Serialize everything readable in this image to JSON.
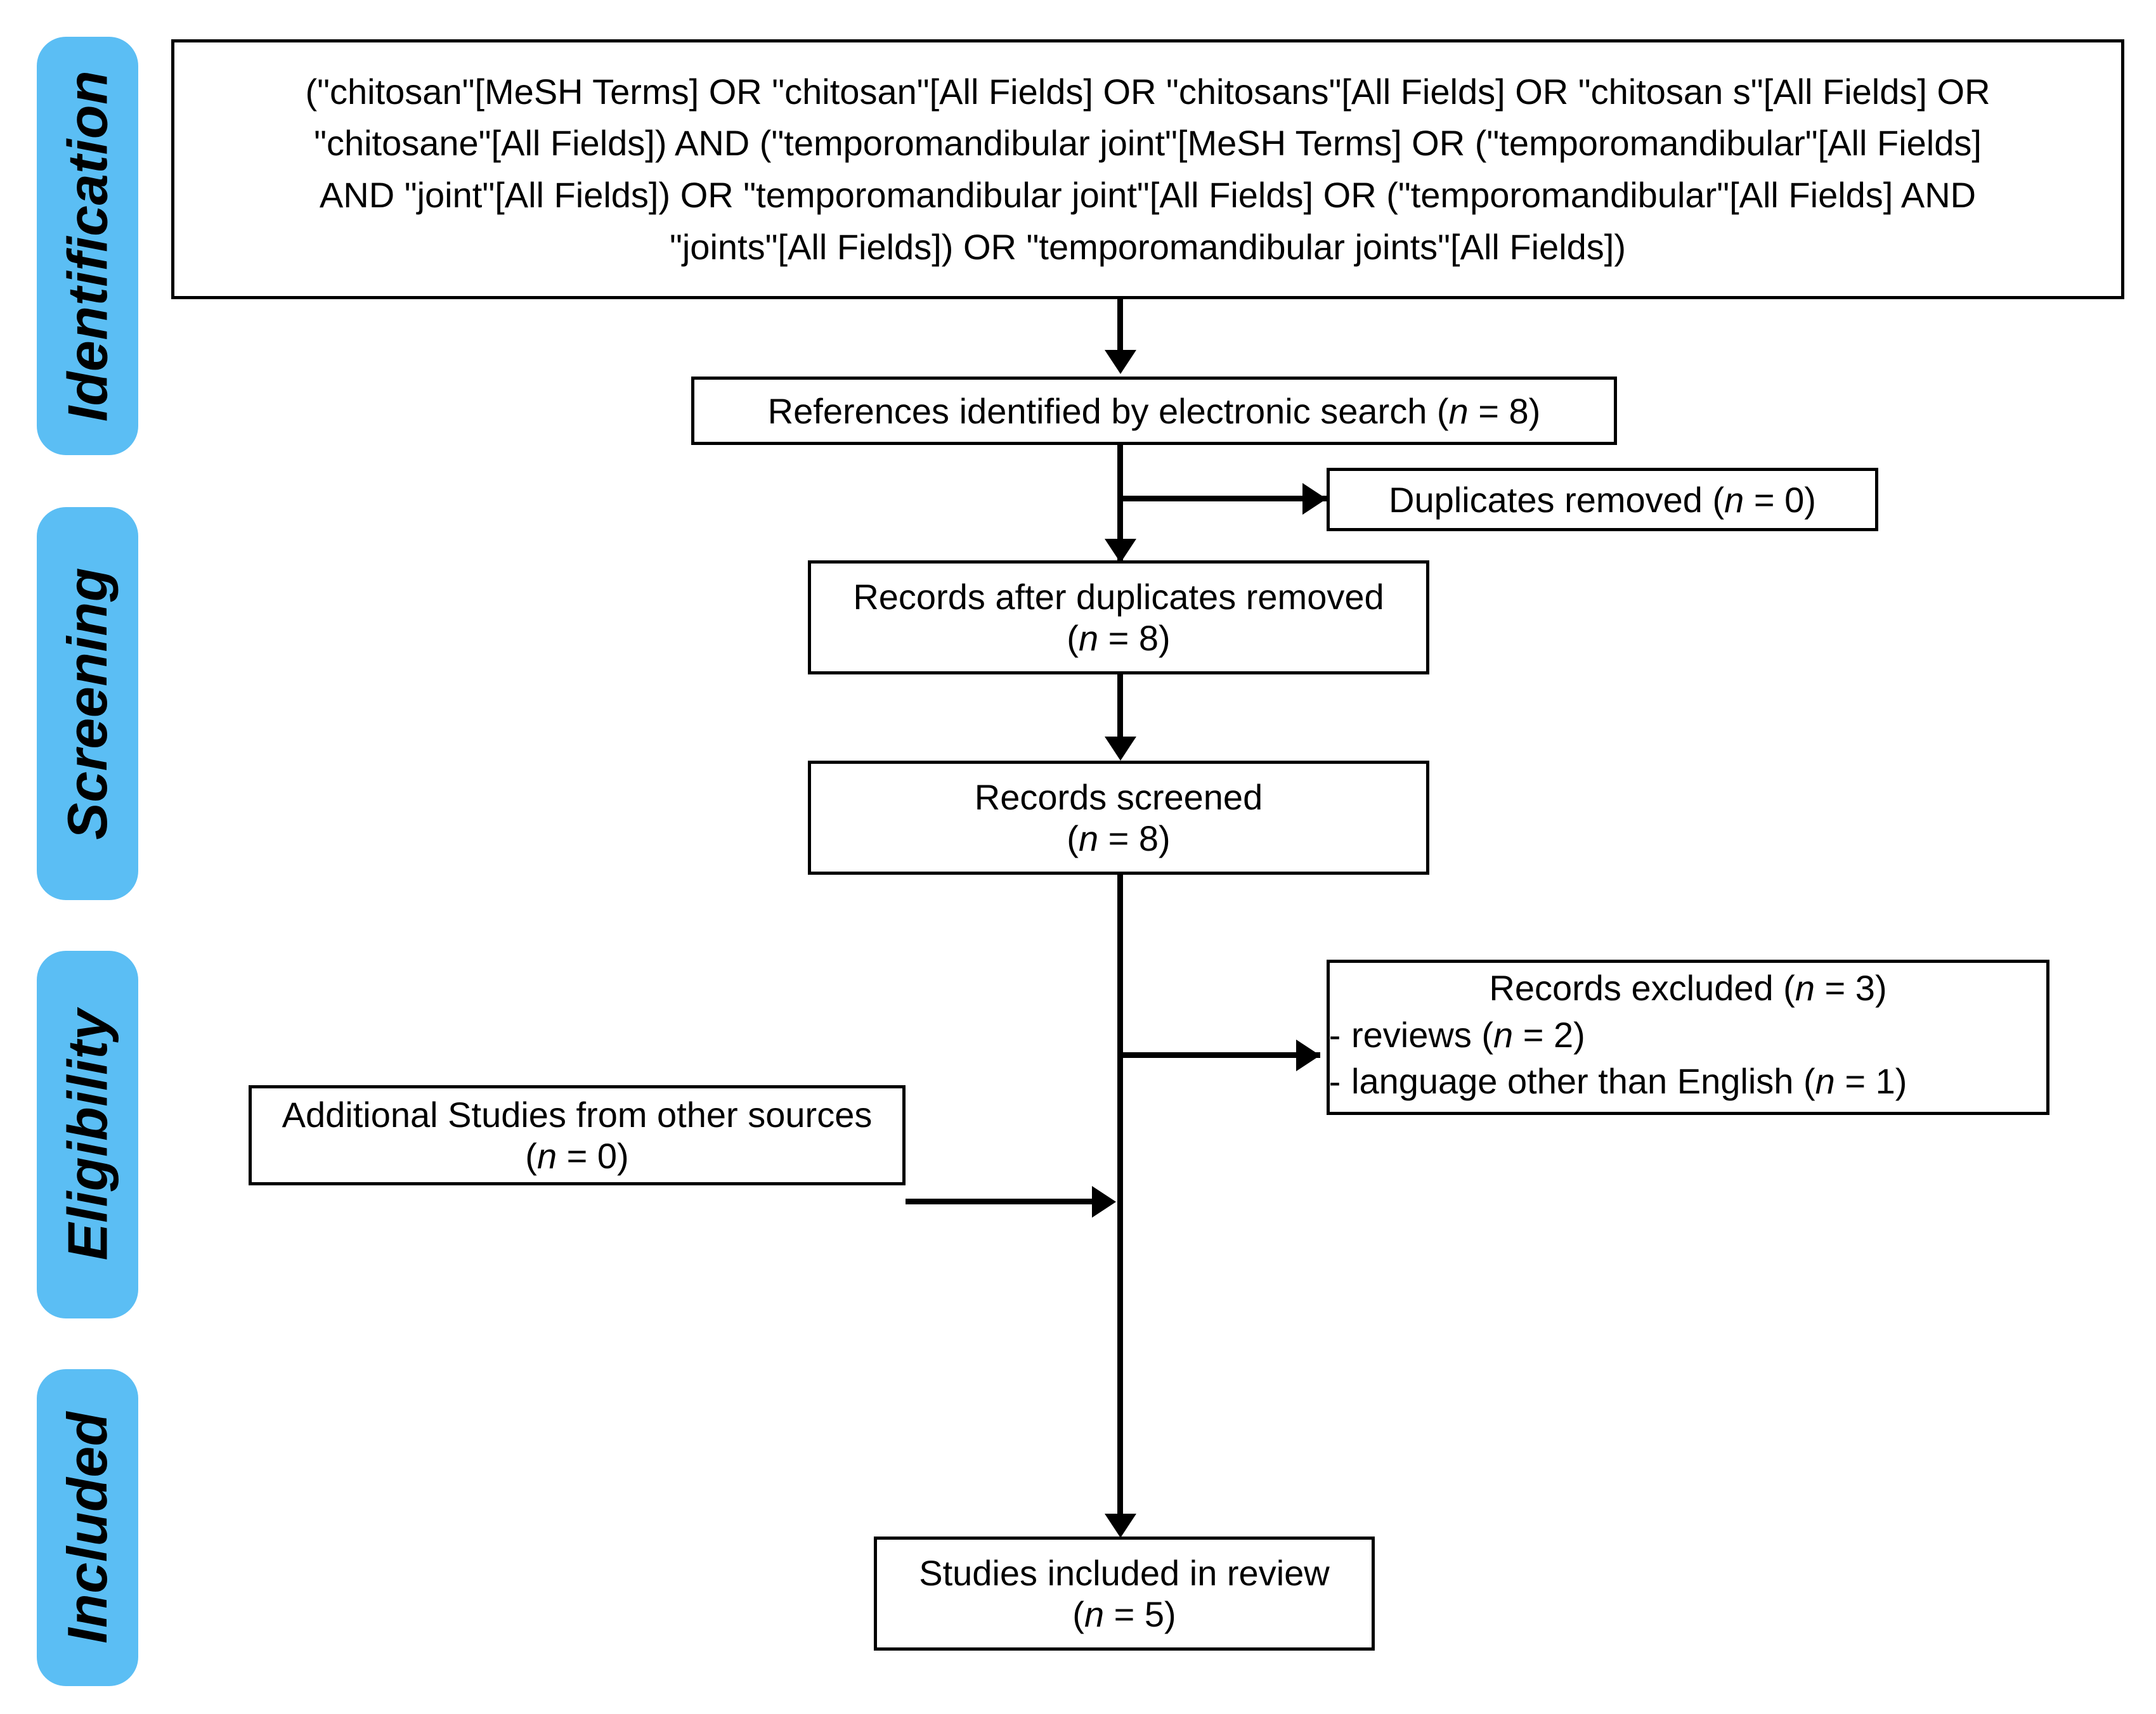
{
  "diagram": {
    "type": "prisma-flow-diagram",
    "accent_color": "#5BBEF4",
    "line_color": "#000000",
    "background": "#ffffff"
  },
  "stages": [
    {
      "label": "Identification"
    },
    {
      "label": "Screening"
    },
    {
      "label": "Eligibility"
    },
    {
      "label": "Included"
    }
  ],
  "search_query": {
    "line1": "(\"chitosan\"[MeSH Terms] OR \"chitosan\"[All Fields] OR \"chitosans\"[All Fields] OR \"chitosan s\"[All Fields] OR",
    "line2": "\"chitosane\"[All Fields]) AND (\"temporomandibular joint\"[MeSH Terms] OR (\"temporomandibular\"[All Fields]",
    "line3": "AND \"joint\"[All Fields]) OR \"temporomandibular joint\"[All Fields] OR (\"temporomandibular\"[All Fields] AND",
    "line4": "\"joints\"[All Fields]) OR \"temporomandibular joints\"[All Fields])"
  },
  "nodes": {
    "identified": {
      "text_before": "References identified by electronic search (",
      "n_symbol": "n",
      "text_after": " = 8)"
    },
    "duplicates_removed": {
      "text_before": "Duplicates removed (",
      "n_symbol": "n",
      "text_after": " = 0)"
    },
    "after_duplicates": {
      "line1": "Records after duplicates removed",
      "line2_before": "(",
      "n_symbol": "n",
      "line2_after": " = 8)"
    },
    "records_screened": {
      "line1": "Records screened",
      "line2_before": "(",
      "n_symbol": "n",
      "line2_after": " = 8)"
    },
    "records_excluded": {
      "title_before": "Records excluded (",
      "title_n": "n",
      "title_after": " = 3)",
      "bullets": [
        {
          "dash": "-",
          "text_before": "reviews (",
          "n_symbol": "n",
          "text_after": " = 2)"
        },
        {
          "dash": "-",
          "text_before": "language other than English (",
          "n_symbol": "n",
          "text_after": " = 1)"
        }
      ]
    },
    "additional_studies": {
      "line1": "Additional Studies from other sources",
      "line2_before": "(",
      "n_symbol": "n",
      "line2_after": " = 0)"
    },
    "included": {
      "line1": "Studies included in review",
      "line2_before": "(",
      "n_symbol": "n",
      "line2_after": " = 5)"
    }
  }
}
